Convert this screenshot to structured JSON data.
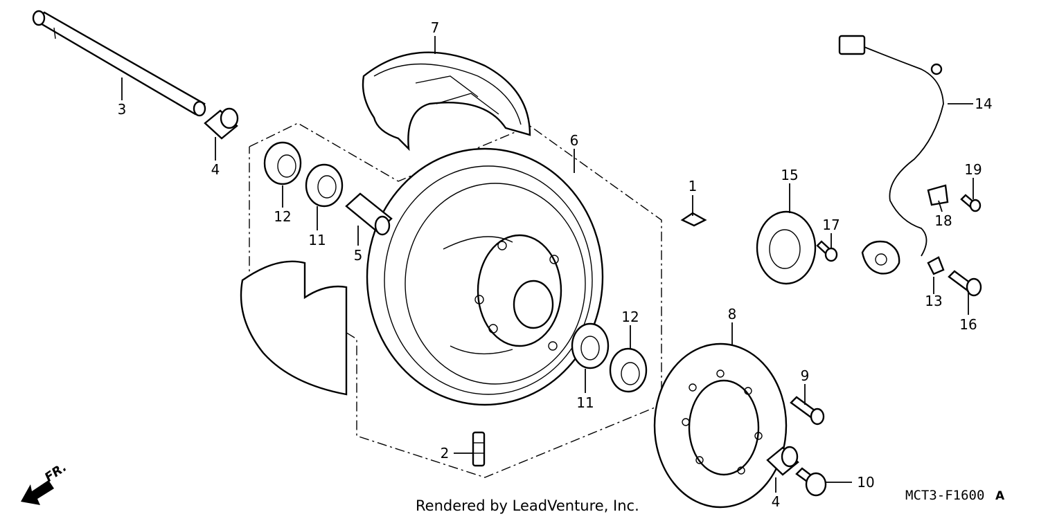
{
  "diagram": {
    "callouts": [
      {
        "id": "c1",
        "number": "1"
      },
      {
        "id": "c2",
        "number": "2"
      },
      {
        "id": "c3",
        "number": "3"
      },
      {
        "id": "c4a",
        "number": "4"
      },
      {
        "id": "c4b",
        "number": "4"
      },
      {
        "id": "c5",
        "number": "5"
      },
      {
        "id": "c6",
        "number": "6"
      },
      {
        "id": "c7",
        "number": "7"
      },
      {
        "id": "c8",
        "number": "8"
      },
      {
        "id": "c9",
        "number": "9"
      },
      {
        "id": "c10",
        "number": "10"
      },
      {
        "id": "c11a",
        "number": "11"
      },
      {
        "id": "c11b",
        "number": "11"
      },
      {
        "id": "c12a",
        "number": "12"
      },
      {
        "id": "c12b",
        "number": "12"
      },
      {
        "id": "c13",
        "number": "13"
      },
      {
        "id": "c14",
        "number": "14"
      },
      {
        "id": "c15",
        "number": "15"
      },
      {
        "id": "c16",
        "number": "16"
      },
      {
        "id": "c17",
        "number": "17"
      },
      {
        "id": "c18",
        "number": "18"
      },
      {
        "id": "c19",
        "number": "19"
      }
    ],
    "direction_label": "FR.",
    "credit": "Rendered by LeadVenture, Inc.",
    "diagram_code": "MCT3-F1600",
    "diagram_code_suffix": "A"
  }
}
